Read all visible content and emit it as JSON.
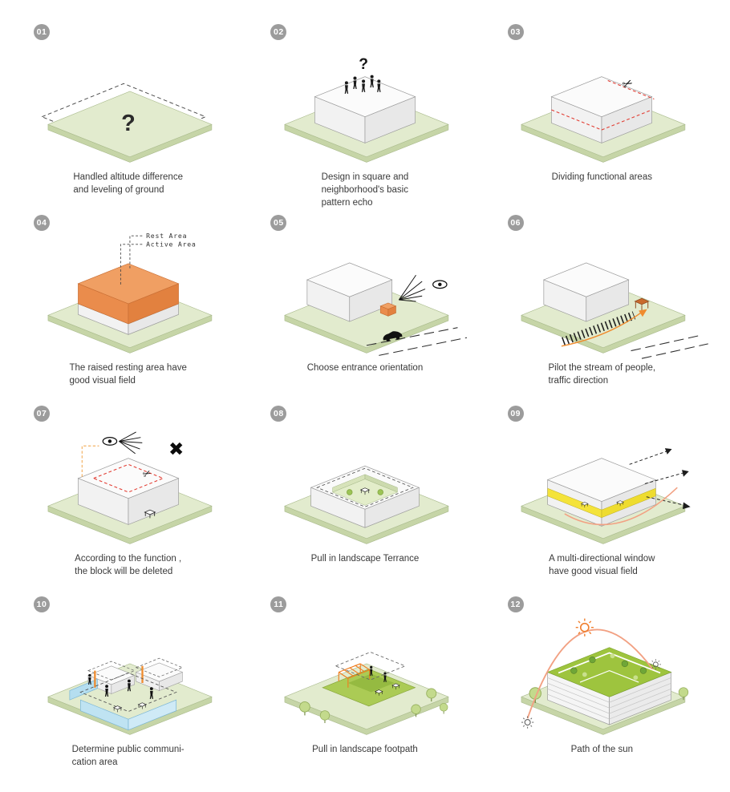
{
  "page": {
    "background": "#ffffff"
  },
  "colors": {
    "ground_green": "#e2ebce",
    "ground_edge": "#c6d5a7",
    "accent_orange": "#f09f63",
    "arrow_orange": "#f08c2e",
    "signal_red": "#e23c32",
    "window_yellow": "#f4e33a",
    "glass_blue": "#bfe3f2",
    "roof_green": "#9ec43e",
    "sun_path_orange": "#f2a183",
    "badge_gray": "#9c9c9c"
  },
  "icons": {
    "question_mark": "?",
    "scissors": "✂",
    "delete_x": "✖"
  },
  "labels": {
    "rest_area": "Rest Area",
    "active_area": "Active Area"
  },
  "steps": [
    {
      "number": "01",
      "caption": "Handled altitude difference\nand leveling of ground",
      "scene": "leveled ground plate with dashed original outline and question mark"
    },
    {
      "number": "02",
      "caption": "Design in square and\nneighborhood's basic\npattern echo",
      "scene": "white block on plate with people and question mark on top"
    },
    {
      "number": "03",
      "caption": "Dividing functional areas",
      "scene": "block with red dashed cut lines and scissors"
    },
    {
      "number": "04",
      "caption": "The raised resting area have\ngood visual field",
      "scene": "orange raised volume on white base, Rest Area / Active Area leaders"
    },
    {
      "number": "05",
      "caption": "Choose entrance orientation",
      "scene": "block with orange entrance cube, eye with sight rays, road and car"
    },
    {
      "number": "06",
      "caption": "Pilot the stream of people,\ntraffic direction",
      "scene": "hatched people stream with orange arrow toward table, road dashes"
    },
    {
      "number": "07",
      "caption": "According to the function ,\nthe block will be deleted",
      "scene": "red dashed block with scissors, eye with rays, heavy X mark"
    },
    {
      "number": "08",
      "caption": "Pull in landscape Terrance",
      "scene": "ring building with green courtyard terrace, table and shrubs"
    },
    {
      "number": "09",
      "caption": "A multi-directional window\nhave good visual field",
      "scene": "yellow window band with dashed view arrows and orange view arc"
    },
    {
      "number": "10",
      "caption": "Determine public communi-\ncation area",
      "scene": "light blue glass walls, people figures, tables, ghost volumes"
    },
    {
      "number": "11",
      "caption": "Pull in landscape footpath",
      "scene": "green terrace with orange pergola, trees, people and tables"
    },
    {
      "number": "12",
      "caption": "Path of the sun",
      "scene": "green roof building with trees, orange sun path arc and suns"
    }
  ]
}
